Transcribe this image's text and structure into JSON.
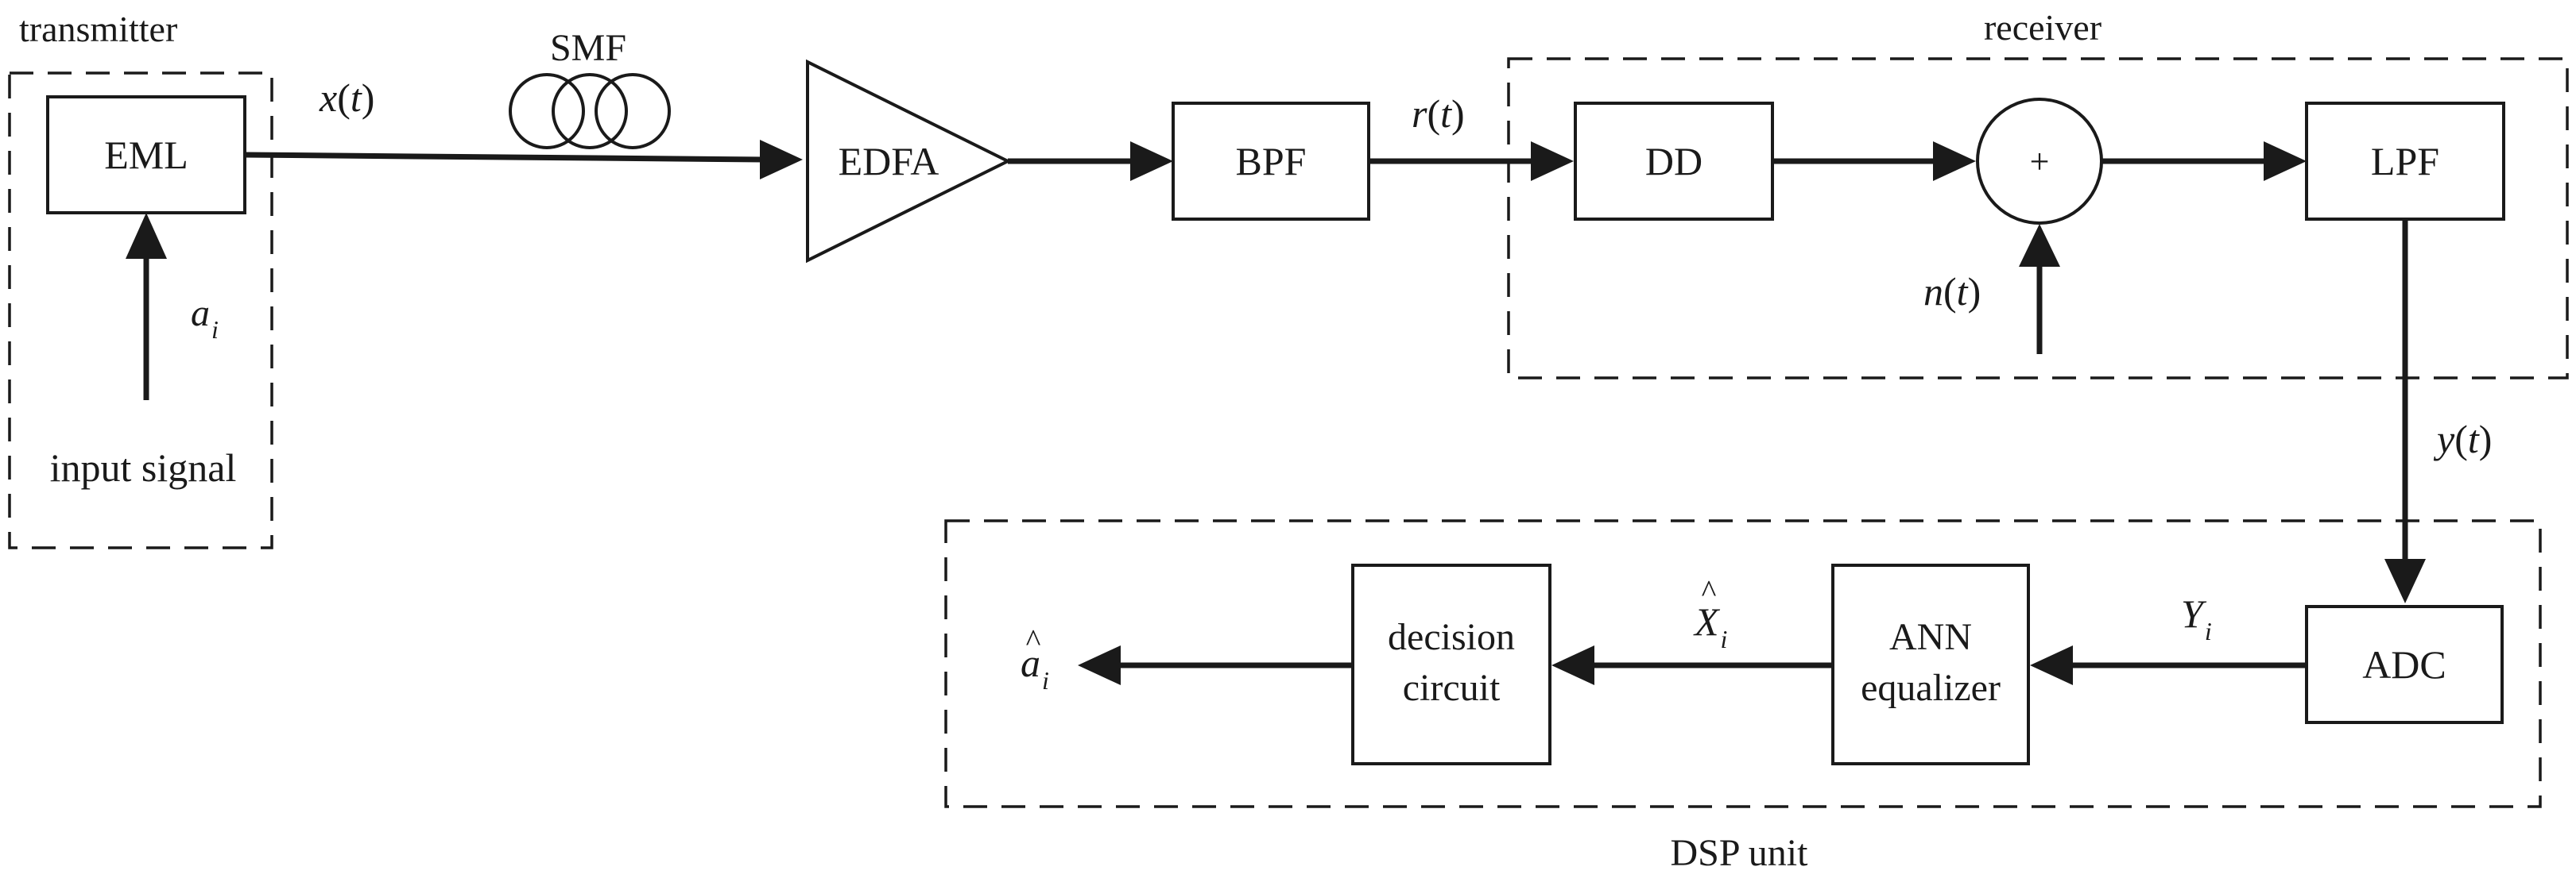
{
  "groups": {
    "transmitter": "transmitter",
    "receiver": "receiver",
    "dsp_unit": "DSP unit"
  },
  "blocks": {
    "eml": "EML",
    "smf": "SMF",
    "edfa": "EDFA",
    "bpf": "BPF",
    "dd": "DD",
    "adder": "+",
    "lpf": "LPF",
    "adc": "ADC",
    "ann_line1": "ANN",
    "ann_line2": "equalizer",
    "decision_line1": "decision",
    "decision_line2": "circuit"
  },
  "signals": {
    "input_signal": "input signal",
    "a_base": "a",
    "a_sub": "i",
    "x_base": "x",
    "x_paren": "(",
    "x_t": "t",
    "x_close": ")",
    "r_base": "r",
    "r_paren": "(",
    "r_t": "t",
    "r_close": ")",
    "n_base": "n",
    "n_paren": "(",
    "n_t": "t",
    "n_close": ")",
    "y_base": "y",
    "y_paren": "(",
    "y_t": "t",
    "y_close": ")",
    "Y_base": "Y",
    "Y_sub": "i",
    "Xhat_base": "X",
    "Xhat_hat": "^",
    "Xhat_sub": "i",
    "ahat_base": "a",
    "ahat_hat": "^",
    "ahat_sub": "i"
  }
}
